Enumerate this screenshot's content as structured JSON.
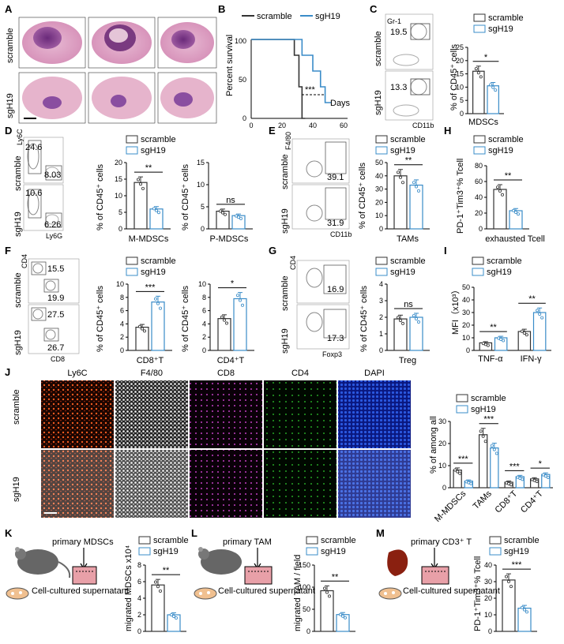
{
  "panels": {
    "A": {
      "letter": "A",
      "rows": [
        "scramble",
        "sgH19"
      ]
    },
    "B": {
      "letter": "B",
      "legend": [
        "scramble",
        "sgH19"
      ],
      "ylabel": "Percent survival",
      "xlabel": "Days",
      "sig": "***",
      "xticks": [
        "0",
        "20",
        "40",
        "60"
      ],
      "yticks": [
        "0",
        "50",
        "100"
      ]
    },
    "C": {
      "letter": "C",
      "rows": [
        "scramble",
        "sgH19"
      ],
      "gates": [
        "19.5",
        "13.3"
      ],
      "xaxis": "CD11b",
      "yaxis": "Gr-1",
      "legend": [
        "scramble",
        "sgH19"
      ],
      "ylabel": "% of CD45⁺ cells",
      "category": "MDSCs",
      "sig": "*"
    },
    "D": {
      "letter": "D",
      "rows": [
        "scramble",
        "sgH19"
      ],
      "gates": [
        "24.6",
        "8.03",
        "10.6",
        "6.26"
      ],
      "xaxis": "Ly6G",
      "yaxis": "Ly6C",
      "legend": [
        "scramble",
        "sgH19"
      ],
      "ylabel": "% of CD45⁺ cells",
      "cat1": "M-MDSCs",
      "cat2": "P-MDSCs",
      "sig1": "**",
      "sig2": "ns"
    },
    "E": {
      "letter": "E",
      "rows": [
        "scramble",
        "sgH19"
      ],
      "gates": [
        "39.1",
        "31.9"
      ],
      "xaxis": "CD11b",
      "yaxis": "F4/80",
      "legend": [
        "scramble",
        "sgH19"
      ],
      "ylabel": "% of CD45⁺ cells",
      "category": "TAMs",
      "sig": "**"
    },
    "H": {
      "letter": "H",
      "legend": [
        "scramble",
        "sgH19"
      ],
      "ylabel": "PD-1⁺Tim3⁺% Tcell",
      "category": "exhausted Tcell",
      "sig": "**"
    },
    "F": {
      "letter": "F",
      "rows": [
        "scramble",
        "sgH19"
      ],
      "gates": [
        "15.5",
        "19.9",
        "27.5",
        "26.7"
      ],
      "xaxis": "CD8",
      "yaxis": "CD4",
      "legend": [
        "scramble",
        "sgH19"
      ],
      "ylabel": "% of CD45⁺ cells",
      "cat1": "CD8⁺T",
      "cat2": "CD4⁺T",
      "sig1": "***",
      "sig2": "*"
    },
    "G": {
      "letter": "G",
      "rows": [
        "scramble",
        "sgH19"
      ],
      "gates": [
        "16.9",
        "17.3"
      ],
      "xaxis": "Foxp3",
      "yaxis": "CD4",
      "legend": [
        "scramble",
        "sgH19"
      ],
      "ylabel": "% of CD45⁺ cells",
      "category": "Treg",
      "sig": "ns"
    },
    "I": {
      "letter": "I",
      "legend": [
        "scramble",
        "sgH19"
      ],
      "ylabel": "MFI（x10³）",
      "cats": [
        "TNF-α",
        "IFN-γ"
      ],
      "sigs": [
        "**",
        "**"
      ]
    },
    "J": {
      "letter": "J",
      "channels": [
        "Ly6C",
        "F4/80",
        "CD8",
        "CD4",
        "DAPI"
      ],
      "channel_colors": [
        "#e0401a",
        "#888888",
        "#a030a0",
        "#20a020",
        "#2040c0"
      ],
      "rows": [
        "scramble",
        "sgH19"
      ],
      "legend": [
        "scramble",
        "sgH19"
      ],
      "ylabel": "% of among all",
      "cats": [
        "M-MDSCs",
        "TAMs",
        "CD8⁺T",
        "CD4⁺T"
      ],
      "sigs": [
        "***",
        "***",
        "***",
        "*"
      ]
    },
    "K": {
      "letter": "K",
      "cell": "primary MDSCs",
      "dish": "Cell-cultured supernatant",
      "legend": [
        "scramble",
        "sgH19"
      ],
      "ylabel": "migrated MDSCs x10⁴",
      "sig": "**"
    },
    "L": {
      "letter": "L",
      "cell": "primary TAM",
      "dish": "Cell-cultured supernatant",
      "legend": [
        "scramble",
        "sgH19"
      ],
      "ylabel": "migrated TAM / field",
      "sig": "**"
    },
    "M": {
      "letter": "M",
      "cell": "primary CD3⁺ T",
      "dish": "Cell-cultured supernatant",
      "legend": [
        "scramble",
        "sgH19"
      ],
      "ylabel": "PD-1⁺Tim3⁺% Tcell",
      "sig": "***"
    }
  },
  "chart_data": [
    {
      "panel": "B",
      "type": "line",
      "title": "",
      "xlabel": "Days",
      "ylabel": "Percent survival",
      "xlim": [
        0,
        60
      ],
      "ylim": [
        0,
        100
      ],
      "series": [
        {
          "name": "scramble",
          "x": [
            0,
            28,
            28,
            31,
            31,
            33,
            33,
            35
          ],
          "y": [
            100,
            100,
            80,
            80,
            40,
            40,
            0,
            0
          ]
        },
        {
          "name": "sgH19",
          "x": [
            0,
            33,
            33,
            40,
            40,
            45,
            45,
            48,
            48,
            52
          ],
          "y": [
            100,
            100,
            80,
            80,
            60,
            60,
            40,
            40,
            20,
            20
          ]
        }
      ]
    },
    {
      "panel": "C",
      "type": "bar",
      "categories": [
        "MDSCs"
      ],
      "ylabel": "% of CD45⁺ cells",
      "ylim": [
        0,
        25
      ],
      "yticks": [
        0,
        5,
        10,
        15,
        20,
        25
      ],
      "series": [
        {
          "name": "scramble",
          "values": [
            16
          ]
        },
        {
          "name": "sgH19",
          "values": [
            10.5
          ]
        }
      ]
    },
    {
      "panel": "D",
      "type": "bar",
      "categories": [
        "M-MDSCs"
      ],
      "ylabel": "% of CD45⁺ cells",
      "ylim": [
        0,
        20
      ],
      "yticks": [
        0,
        5,
        10,
        15,
        20
      ],
      "series": [
        {
          "name": "scramble",
          "values": [
            14
          ]
        },
        {
          "name": "sgH19",
          "values": [
            6
          ]
        }
      ]
    },
    {
      "panel": "D",
      "type": "bar",
      "categories": [
        "P-MDSCs"
      ],
      "ylabel": "% of CD45⁺ cells",
      "ylim": [
        0,
        15
      ],
      "yticks": [
        0,
        5,
        10,
        15
      ],
      "series": [
        {
          "name": "scramble",
          "values": [
            4
          ]
        },
        {
          "name": "sgH19",
          "values": [
            3
          ]
        }
      ]
    },
    {
      "panel": "E",
      "type": "bar",
      "categories": [
        "TAMs"
      ],
      "ylabel": "% of CD45⁺ cells",
      "ylim": [
        0,
        50
      ],
      "yticks": [
        0,
        10,
        20,
        30,
        40,
        50
      ],
      "series": [
        {
          "name": "scramble",
          "values": [
            40
          ]
        },
        {
          "name": "sgH19",
          "values": [
            33
          ]
        }
      ]
    },
    {
      "panel": "H",
      "type": "bar",
      "categories": [
        "exhausted Tcell"
      ],
      "ylabel": "PD-1⁺Tim3⁺% Tcell",
      "ylim": [
        0,
        80
      ],
      "yticks": [
        0,
        20,
        40,
        60,
        80
      ],
      "series": [
        {
          "name": "scramble",
          "values": [
            50
          ]
        },
        {
          "name": "sgH19",
          "values": [
            23
          ]
        }
      ]
    },
    {
      "panel": "F",
      "type": "bar",
      "categories": [
        "CD8⁺T"
      ],
      "ylabel": "% of CD45⁺ cells",
      "ylim": [
        0,
        10
      ],
      "yticks": [
        0,
        2,
        4,
        6,
        8,
        10
      ],
      "series": [
        {
          "name": "scramble",
          "values": [
            3.5
          ]
        },
        {
          "name": "sgH19",
          "values": [
            7.3
          ]
        }
      ]
    },
    {
      "panel": "F",
      "type": "bar",
      "categories": [
        "CD4⁺T"
      ],
      "ylabel": "% of CD45⁺ cells",
      "ylim": [
        0,
        10
      ],
      "yticks": [
        0,
        2,
        4,
        6,
        8,
        10
      ],
      "series": [
        {
          "name": "scramble",
          "values": [
            4.8
          ]
        },
        {
          "name": "sgH19",
          "values": [
            7.8
          ]
        }
      ]
    },
    {
      "panel": "G",
      "type": "bar",
      "categories": [
        "Treg"
      ],
      "ylabel": "% of CD45⁺ cells",
      "ylim": [
        0,
        4
      ],
      "yticks": [
        0,
        1,
        2,
        3,
        4
      ],
      "series": [
        {
          "name": "scramble",
          "values": [
            1.9
          ]
        },
        {
          "name": "sgH19",
          "values": [
            2
          ]
        }
      ]
    },
    {
      "panel": "I",
      "type": "bar",
      "categories": [
        "TNF-α",
        "IFN-γ"
      ],
      "ylabel": "MFI（x10³）",
      "ylim": [
        0,
        50
      ],
      "yticks": [
        0,
        10,
        20,
        30,
        40,
        50
      ],
      "series": [
        {
          "name": "scramble",
          "values": [
            6,
            15
          ]
        },
        {
          "name": "sgH19",
          "values": [
            10,
            30
          ]
        }
      ]
    },
    {
      "panel": "J",
      "type": "bar",
      "categories": [
        "M-MDSCs",
        "TAMs",
        "CD8⁺T",
        "CD4⁺T"
      ],
      "ylabel": "% of among all",
      "ylim": [
        0,
        30
      ],
      "yticks": [
        0,
        10,
        20,
        30
      ],
      "series": [
        {
          "name": "scramble",
          "values": [
            8,
            24,
            2.5,
            4
          ]
        },
        {
          "name": "sgH19",
          "values": [
            3,
            18,
            5,
            6
          ]
        }
      ]
    },
    {
      "panel": "K",
      "type": "bar",
      "categories": [
        ""
      ],
      "ylabel": "migrated MDSCs x10⁴",
      "ylim": [
        0,
        8
      ],
      "yticks": [
        0,
        2,
        4,
        6,
        8
      ],
      "series": [
        {
          "name": "scramble",
          "values": [
            5.6
          ]
        },
        {
          "name": "sgH19",
          "values": [
            2
          ]
        }
      ]
    },
    {
      "panel": "L",
      "type": "bar",
      "categories": [
        ""
      ],
      "ylabel": "migrated TAM / field",
      "ylim": [
        0,
        150
      ],
      "yticks": [
        0,
        50,
        100,
        150
      ],
      "series": [
        {
          "name": "scramble",
          "values": [
            92
          ]
        },
        {
          "name": "sgH19",
          "values": [
            38
          ]
        }
      ]
    },
    {
      "panel": "M",
      "type": "bar",
      "categories": [
        ""
      ],
      "ylabel": "PD-1⁺Tim3⁺% Tcell",
      "ylim": [
        0,
        40
      ],
      "yticks": [
        0,
        10,
        20,
        30,
        40
      ],
      "series": [
        {
          "name": "scramble",
          "values": [
            31
          ]
        },
        {
          "name": "sgH19",
          "values": [
            14
          ]
        }
      ]
    }
  ]
}
